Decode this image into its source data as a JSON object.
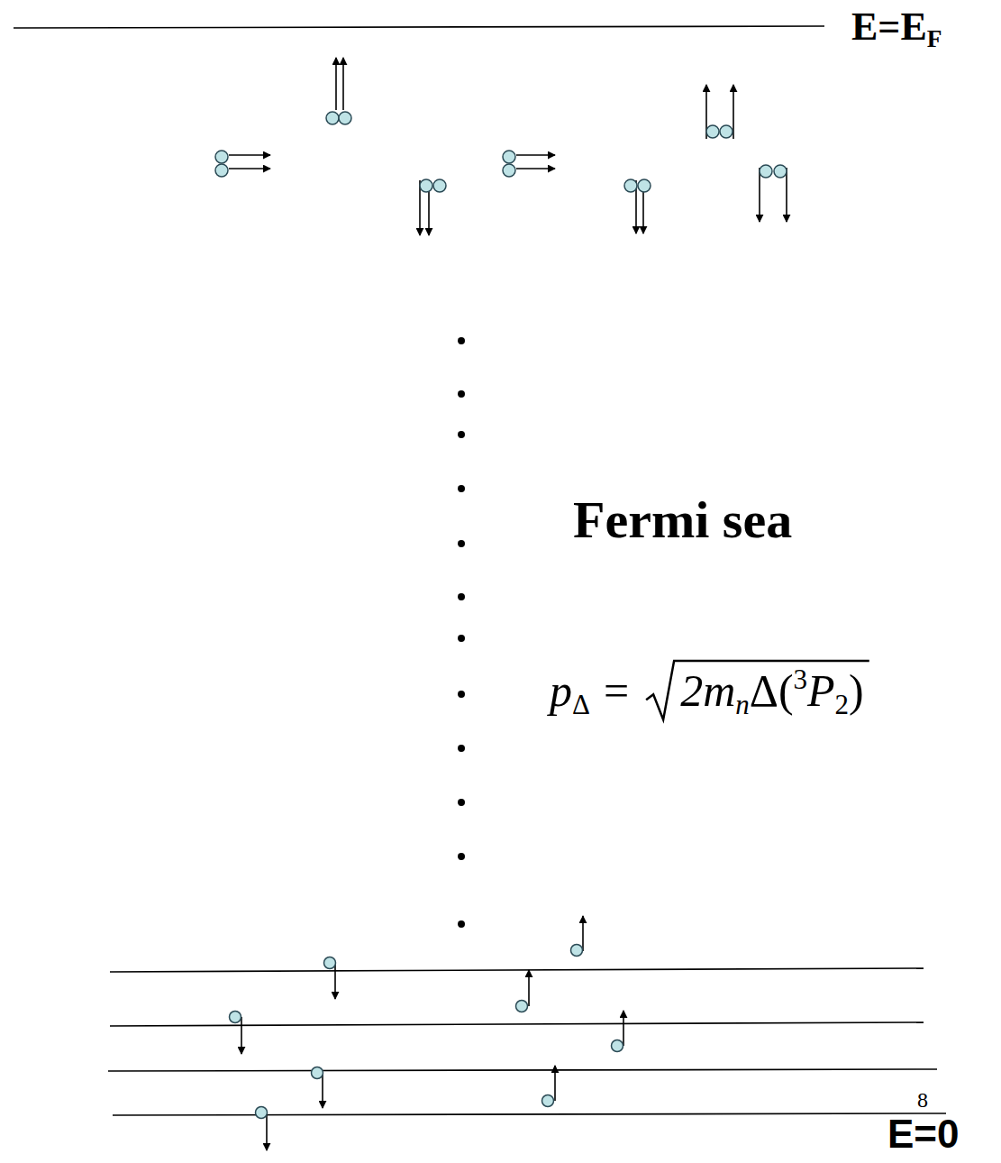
{
  "diagram": {
    "labels": [
      "E=E",
      "F",
      "Fermi sea",
      "p",
      "Δ",
      "=",
      "2m",
      "n",
      "Δ(",
      "3",
      "P",
      "2",
      ")",
      "8",
      "E=0"
    ]
  }
}
